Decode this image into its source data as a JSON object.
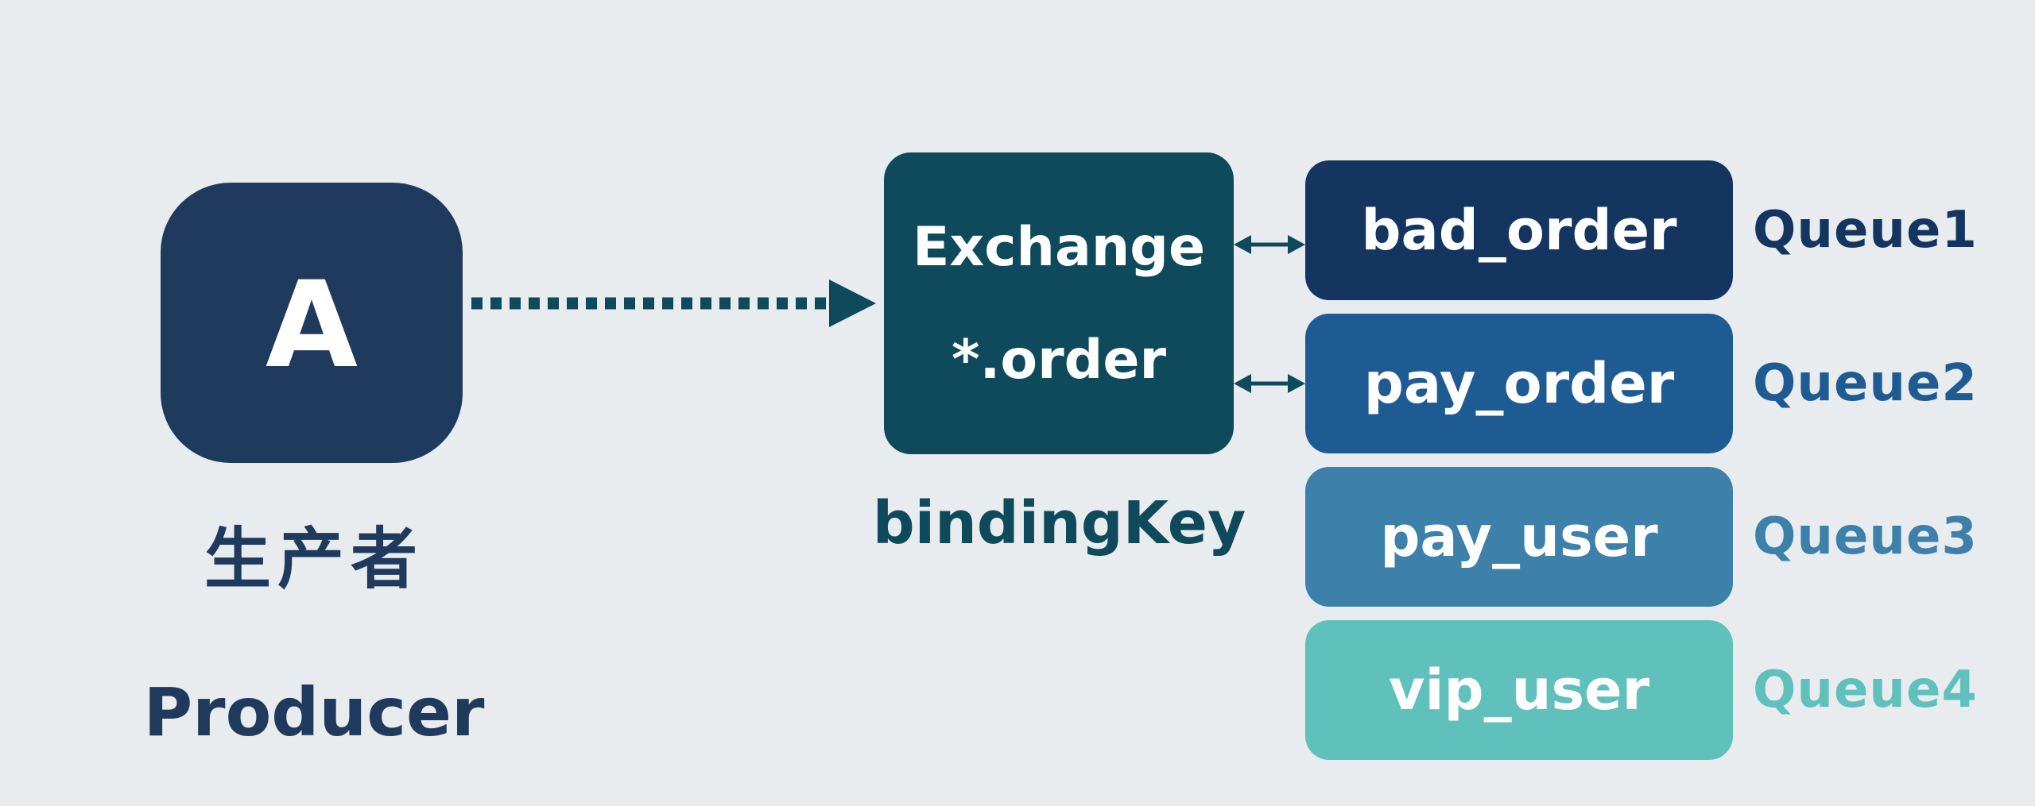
{
  "producer": {
    "letter": "A",
    "label_cn": "生产者",
    "label_en": "Producer"
  },
  "exchange": {
    "label": "Exchange",
    "pattern": "*.order",
    "binding_caption": "bindingKey"
  },
  "queues": [
    {
      "name": "bad_order",
      "tag": "Queue1",
      "color": "#14355f"
    },
    {
      "name": "pay_order",
      "tag": "Queue2",
      "color": "#1f5b93"
    },
    {
      "name": "pay_user",
      "tag": "Queue3",
      "color": "#3d80aa"
    },
    {
      "name": "vip_user",
      "tag": "Queue4",
      "color": "#60c0bc"
    }
  ],
  "colors": {
    "background": "#e9ecee",
    "producer": "#203a5e",
    "exchange": "#0e4a5b"
  }
}
